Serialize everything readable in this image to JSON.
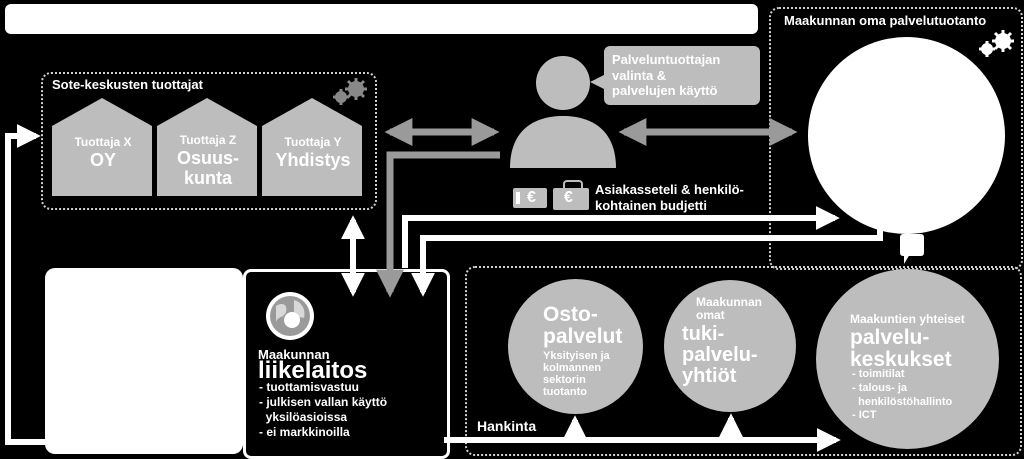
{
  "sote": {
    "title": "Sote-keskusten tuottajat",
    "houses": [
      {
        "small": "Tuottaja X",
        "big": "OY"
      },
      {
        "small": "Tuottaja Z",
        "big": "Osuus-\nkunta"
      },
      {
        "small": "Tuottaja Y",
        "big": "Yhdistys"
      }
    ]
  },
  "client": {
    "speech": "Palveluntuottajan\nvalinta &\npalvelujen käyttö",
    "budget_text": "Asiakasseteli & henkilö-\nkohtainen budjetti",
    "euro_symbol": "€"
  },
  "own_production": {
    "title": "Maakunnan oma palvelutuotanto"
  },
  "liikelaitos": {
    "pre": "Maakunnan",
    "title": "liikelaitos",
    "bullets": [
      "- tuottamisvastuu",
      "- julkisen vallan käyttö\n  yksilöasioissa",
      "- ei markkinoilla"
    ]
  },
  "hankinta": {
    "label": "Hankinta",
    "osto": {
      "title": "Osto-\npalvelut",
      "desc": "Yksityisen ja\nkolmannen\nsektorin\ntuotanto"
    },
    "tuki": {
      "pre": "Maakunnan\nomat",
      "title": "tuki-\npalvelu-\nyhtiöt"
    },
    "keskukset": {
      "pre": "Maakuntien yhteiset",
      "title": "palvelu-\nkeskukset",
      "bullets": [
        "- toimitilat",
        "- talous- ja\n  henkilöstöhallinto",
        "- ICT"
      ]
    }
  },
  "colors": {
    "background": "#000000",
    "grey": "#bdbdbd",
    "white": "#ffffff",
    "arrow_grey": "#9a9a9a"
  }
}
